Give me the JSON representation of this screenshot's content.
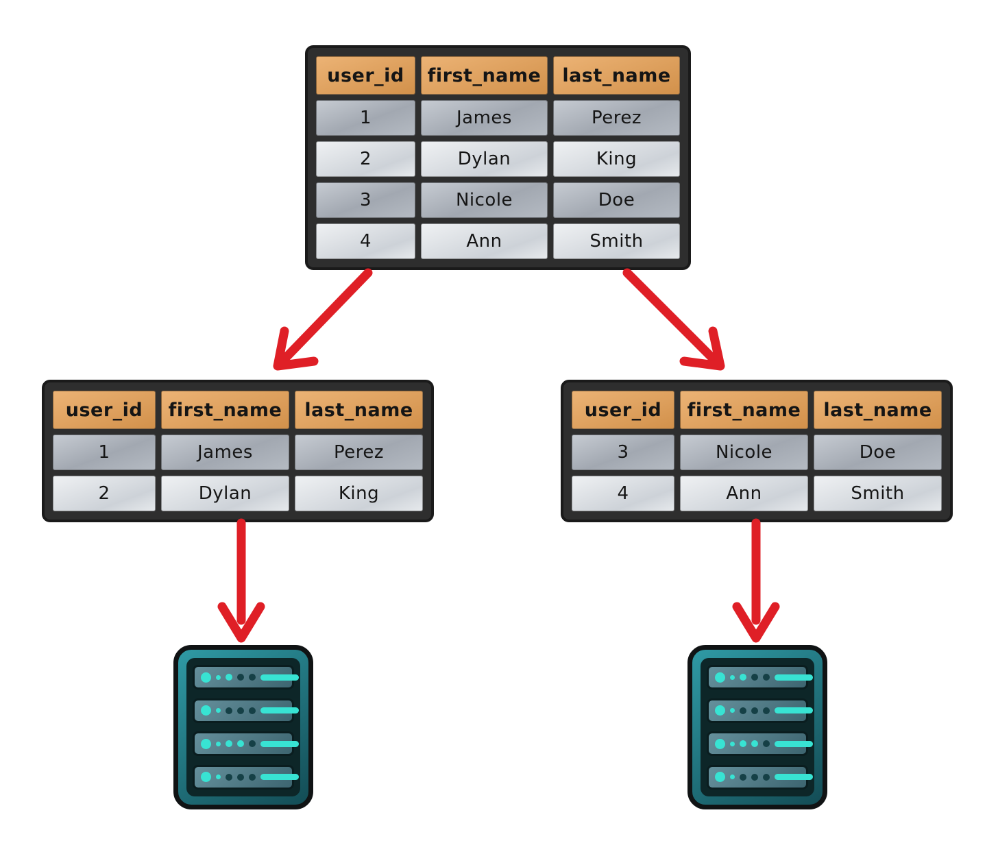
{
  "colors": {
    "background": "#ffffff",
    "table_frame": "#2e2e2e",
    "table_frame_edge": "#1a1a1a",
    "header_bg_light": "#ecb375",
    "header_bg_dark": "#d2914b",
    "row_dark_light": "#c6cbd2",
    "row_dark_dark": "#a2a8b1",
    "row_light_light": "#eff1f3",
    "row_light_dark": "#cdd2d8",
    "cell_text": "#151515",
    "arrow_red": "#df1f26",
    "server_outline": "#101314",
    "server_body_light": "#2f9aa5",
    "server_body_dark": "#134c55",
    "server_inner": "#0d2628",
    "slot_light": "#65909c",
    "slot_dark": "#3d6570",
    "slot_border": "#0a1d1f",
    "led_on": "#38e3d3",
    "led_off": "#154046"
  },
  "tables": {
    "main": {
      "headers": [
        "user_id",
        "first_name",
        "last_name"
      ],
      "rows": [
        [
          "1",
          "James",
          "Perez"
        ],
        [
          "2",
          "Dylan",
          "King"
        ],
        [
          "3",
          "Nicole",
          "Doe"
        ],
        [
          "4",
          "Ann",
          "Smith"
        ]
      ]
    },
    "shard_left": {
      "headers": [
        "user_id",
        "first_name",
        "last_name"
      ],
      "rows": [
        [
          "1",
          "James",
          "Perez"
        ],
        [
          "2",
          "Dylan",
          "King"
        ]
      ]
    },
    "shard_right": {
      "headers": [
        "user_id",
        "first_name",
        "last_name"
      ],
      "rows": [
        [
          "3",
          "Nicole",
          "Doe"
        ],
        [
          "4",
          "Ann",
          "Smith"
        ]
      ]
    }
  },
  "servers": {
    "left": {
      "slots": [
        [
          "on",
          "on",
          "off",
          "off"
        ],
        [
          "on",
          "off",
          "off",
          "off"
        ],
        [
          "on",
          "on",
          "on",
          "off"
        ],
        [
          "on",
          "off",
          "off",
          "off"
        ]
      ]
    },
    "right": {
      "slots": [
        [
          "on",
          "on",
          "off",
          "off"
        ],
        [
          "on",
          "off",
          "off",
          "off"
        ],
        [
          "on",
          "on",
          "on",
          "off"
        ],
        [
          "on",
          "off",
          "off",
          "off"
        ]
      ]
    }
  },
  "icons": {
    "arrow_to_left_shard": "arrow-down-left",
    "arrow_to_right_shard": "arrow-down-right",
    "arrow_left_to_server": "arrow-down",
    "arrow_right_to_server": "arrow-down",
    "server": "server-rack"
  }
}
